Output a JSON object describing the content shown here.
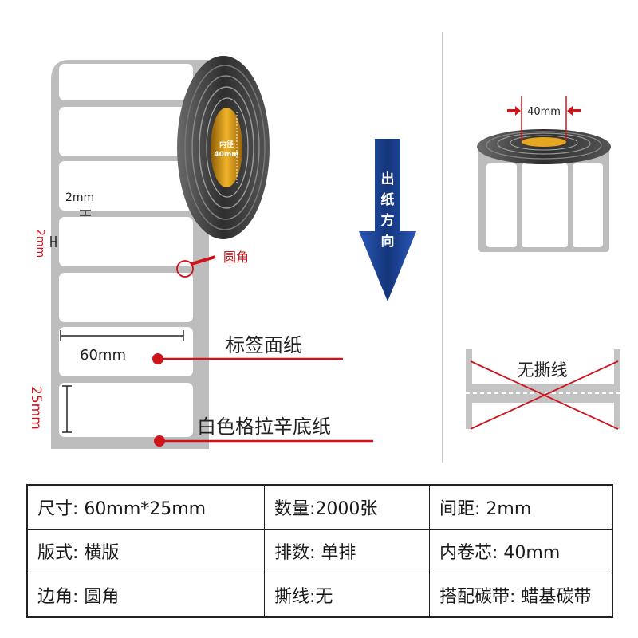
{
  "diagram": {
    "labels": {
      "gap_h": "2mm",
      "gap_v": "2mm",
      "round_corner": "圆角",
      "width": "60mm",
      "label_paper": "标签面纸",
      "height": "25mm",
      "backing_paper": "白色格拉辛底纸",
      "core_inner": "内径",
      "core_size": "40mm",
      "direction": [
        "出",
        "纸",
        "方",
        "向"
      ],
      "core_dim": "40mm",
      "no_perforation": "无撕线"
    },
    "colors": {
      "accent_red": "#d0121b",
      "arrow_blue": "#1c3f8c",
      "core_gold": "#c98a12",
      "roll_dark": "#3a3a3a",
      "backing_gray": "#bdbdbd"
    }
  },
  "specs": {
    "rows": [
      [
        "尺寸: 60mm*25mm",
        "数量:2000张",
        "间距: 2mm"
      ],
      [
        "版式: 横版",
        "排数: 单排",
        "内卷芯: 40mm"
      ],
      [
        "边角: 圆角",
        "撕线:无",
        "搭配碳带: 蜡基碳带"
      ]
    ]
  }
}
